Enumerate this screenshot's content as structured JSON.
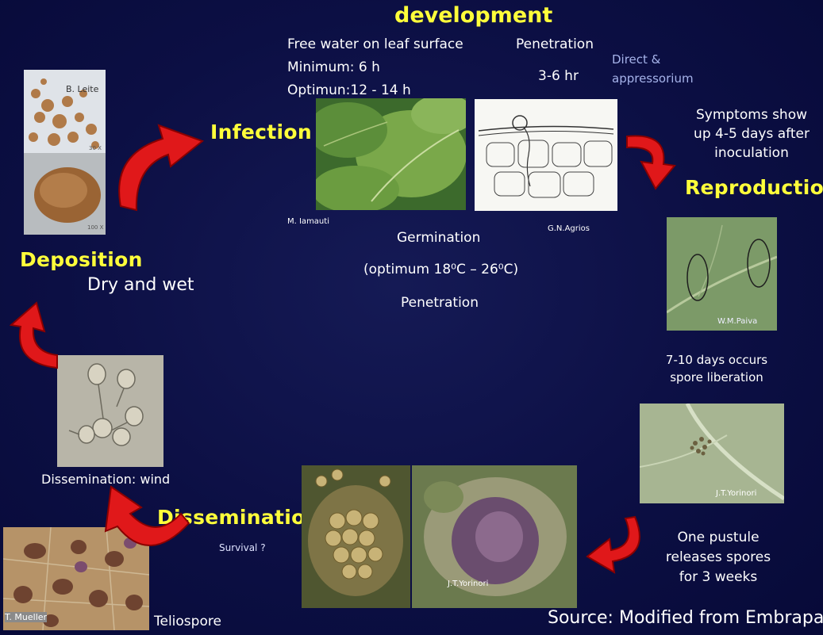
{
  "header": {
    "development": "development"
  },
  "infection_box": {
    "free_water": "Free water on leaf surface",
    "minimum": "Minimum: 6 h",
    "optimum": "Optimun:12 - 14 h",
    "penetration": "Penetration",
    "hours": "3-6 hr",
    "direct": "Direct &",
    "appressorium": "appressorium"
  },
  "stages": {
    "infection": "Infection",
    "reproduction": "Reproduction",
    "deposition": "Deposition",
    "dissemination": "Dissemination"
  },
  "center": {
    "germination": "Germination",
    "optimum_temp": "(optimum 18⁰C – 26⁰C)",
    "penetration": "Penetration"
  },
  "notes": {
    "symptoms": [
      "Symptoms show",
      "up 4-5 days after",
      "inoculation"
    ],
    "spore_liberation": [
      "7-10 days occurs",
      "spore liberation"
    ],
    "pustule": [
      "One pustule",
      "releases spores",
      "for 3 weeks"
    ],
    "dry_wet": "Dry and wet",
    "dissemination_wind": "Dissemination: wind",
    "survival": "Survival ?",
    "teliospore": "Teliospore",
    "source": "Source: Modified from Embrapa"
  },
  "credits": {
    "b_leite": "B. Leite",
    "iamauti": "M. Iamauti",
    "agrios": "G.N.Agrios",
    "paiva": "W.M.Paiva",
    "yorinori_1": "J.T.Yorinori",
    "yorinori_2": "J.T.Yorinori",
    "mueller": "T. Mueller",
    "mag_30x": "30 X",
    "mag_100x": "100 X"
  }
}
